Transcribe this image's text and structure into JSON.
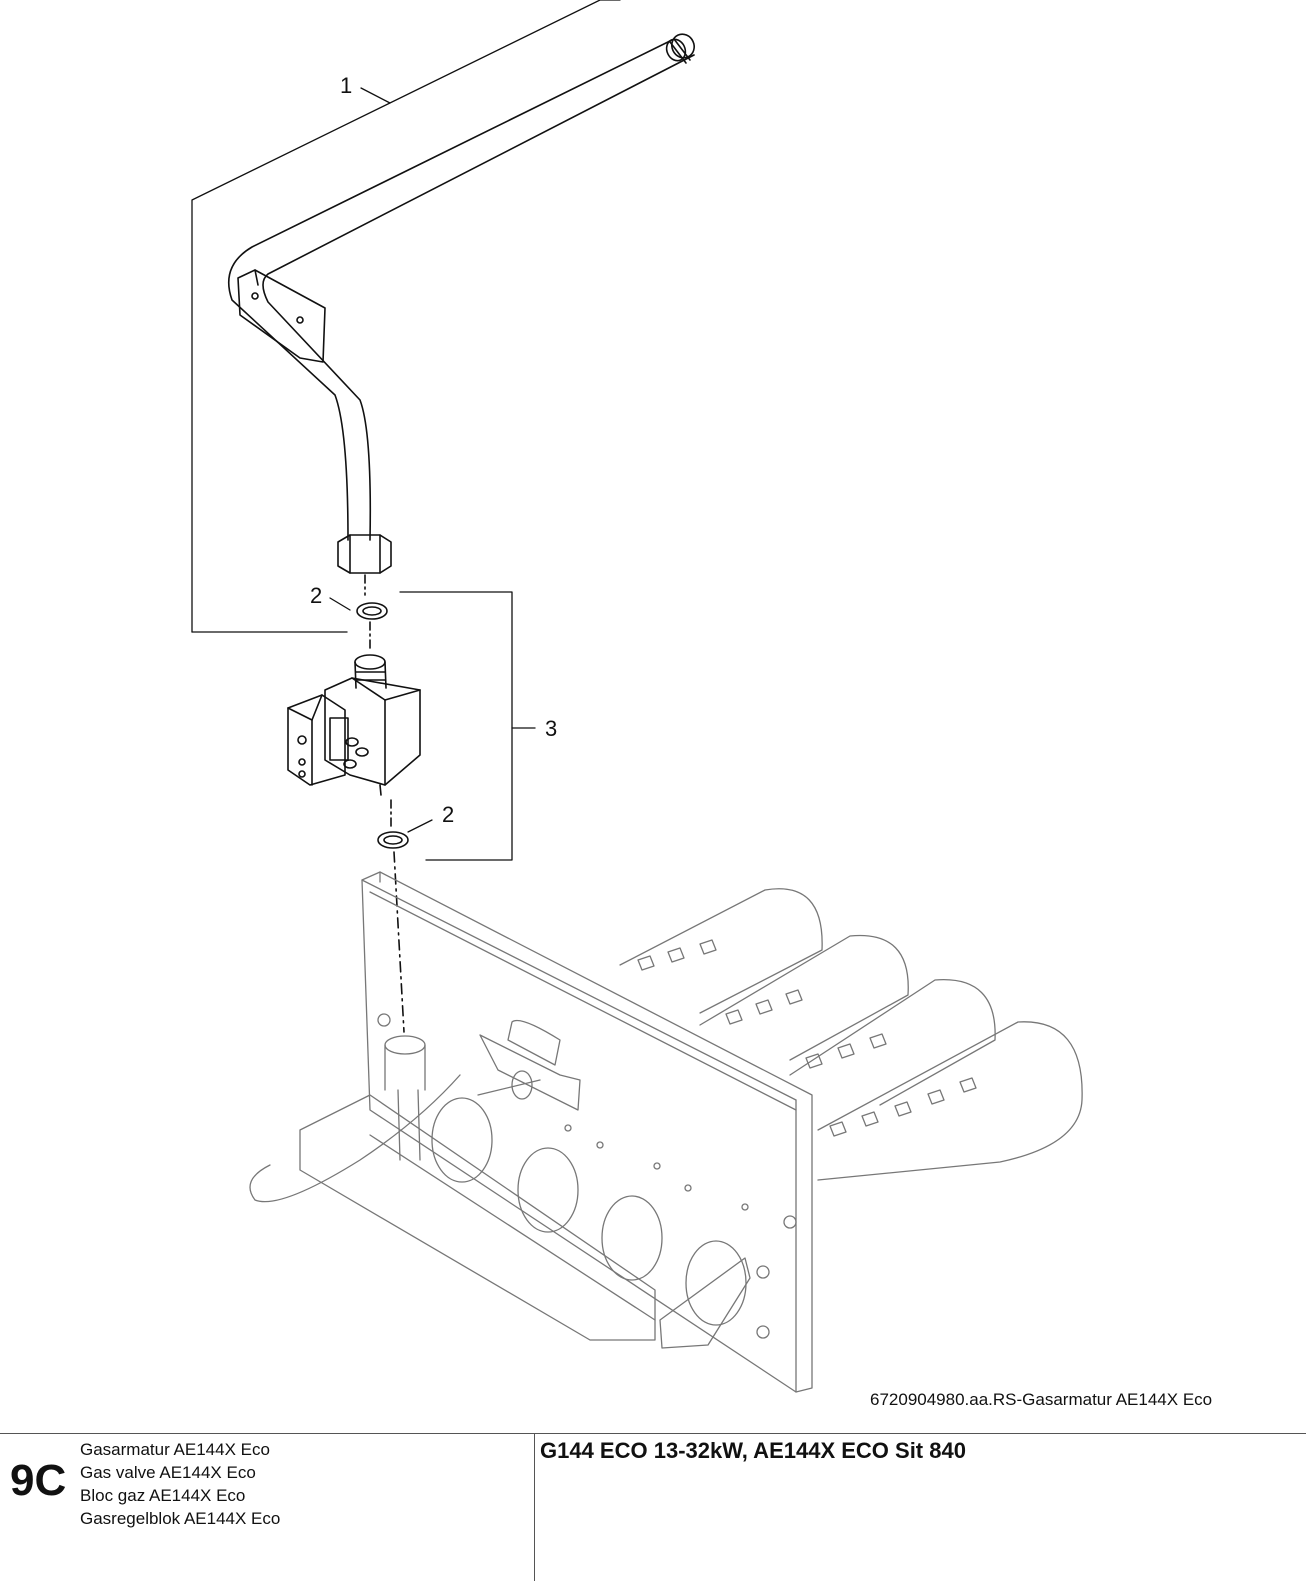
{
  "callouts": {
    "c1": "1",
    "c2a": "2",
    "c3": "3",
    "c2b": "2"
  },
  "figure_caption": "6720904980.aa.RS-Gasarmatur AE144X Eco",
  "footer": {
    "section_code": "9C",
    "names": [
      "Gasarmatur AE144X Eco",
      "Gas valve AE144X Eco",
      "Bloc gaz AE144X Eco",
      "Gasregelblok AE144X Eco"
    ],
    "model_title": "G144 ECO 13-32kW, AE144X ECO Sit 840"
  }
}
